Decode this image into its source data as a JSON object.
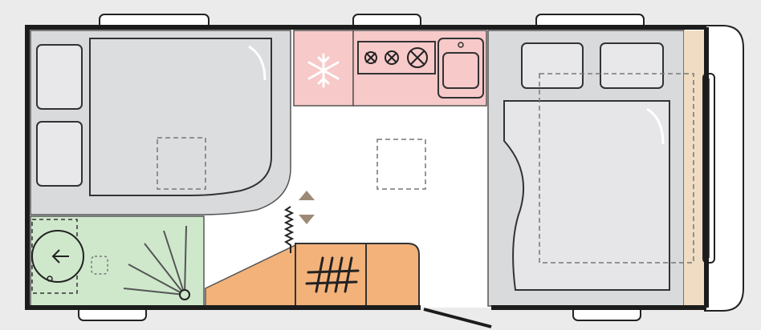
{
  "colors": {
    "background": "#ebebeb",
    "wall": "#1c1c1c",
    "floor": "#ffffff",
    "furniture_grey": "#d9dadc",
    "cushion": "#e8e8ea",
    "kitchen": "#f7c9c9",
    "washroom": "#cfe8cc",
    "cabinet": "#f2b27a",
    "wood_strip": "#efdcc2",
    "step_arrow": "#9c8a76"
  },
  "icons": {
    "fridge": "snowflake-icon",
    "hob": "gas-burner-icon",
    "sink": "sink-icon",
    "toilet": "toilet-icon",
    "shower_drain": "drain-icon",
    "heater": "heater-grille-icon",
    "skylight": "roof-skylight-icon",
    "step": "entry-step-icon"
  },
  "zones": [
    "front-dinette",
    "kitchen",
    "rear-bed",
    "washroom",
    "entrance-cabinet"
  ]
}
